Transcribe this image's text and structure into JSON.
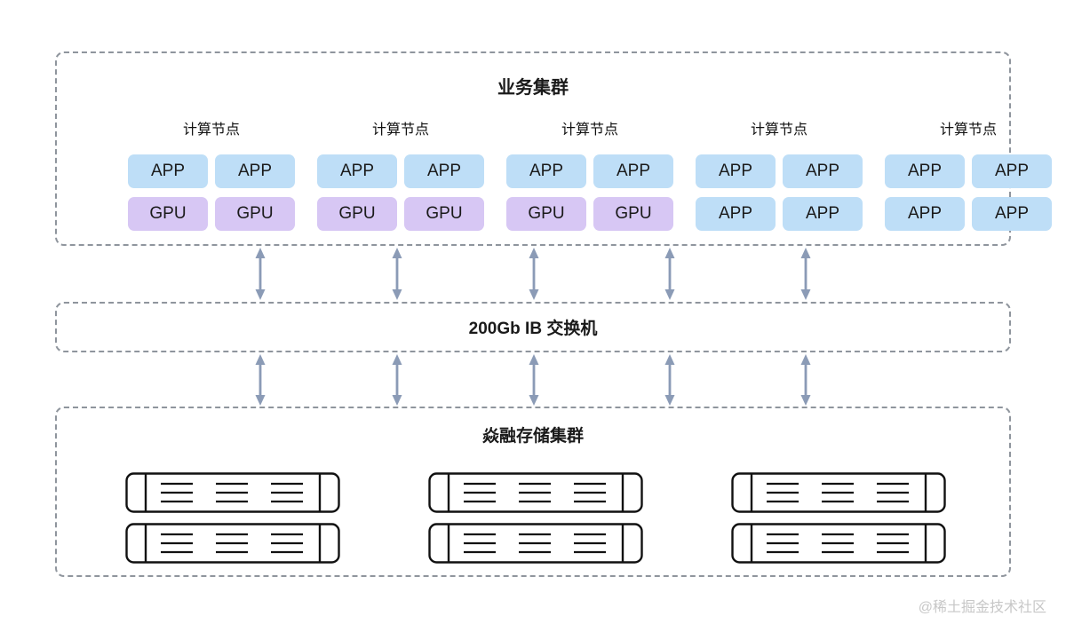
{
  "colors": {
    "app_chip": "#bedef7",
    "gpu_chip": "#d7c7f4",
    "arrow": "#8b9bb6",
    "dashed_border": "#8f959d",
    "text": "#1a1a1a",
    "watermark": "#c7c7c7"
  },
  "business_cluster": {
    "title": "业务集群",
    "groups": [
      {
        "label": "计算节点",
        "row1": [
          "APP",
          "APP"
        ],
        "row2": [
          "GPU",
          "GPU"
        ]
      },
      {
        "label": "计算节点",
        "row1": [
          "APP",
          "APP"
        ],
        "row2": [
          "GPU",
          "GPU"
        ]
      },
      {
        "label": "计算节点",
        "row1": [
          "APP",
          "APP"
        ],
        "row2": [
          "GPU",
          "GPU"
        ]
      },
      {
        "label": "计算节点",
        "row1": [
          "APP",
          "APP"
        ],
        "row2": [
          "APP",
          "APP"
        ]
      },
      {
        "label": "计算节点",
        "row1": [
          "APP",
          "APP"
        ],
        "row2": [
          "APP",
          "APP"
        ]
      }
    ]
  },
  "ib_switch": {
    "label": "200Gb IB 交换机"
  },
  "storage_cluster": {
    "title": "焱融存储集群",
    "server_count": 6
  },
  "watermark": {
    "text": "@稀土掘金技术社区"
  }
}
